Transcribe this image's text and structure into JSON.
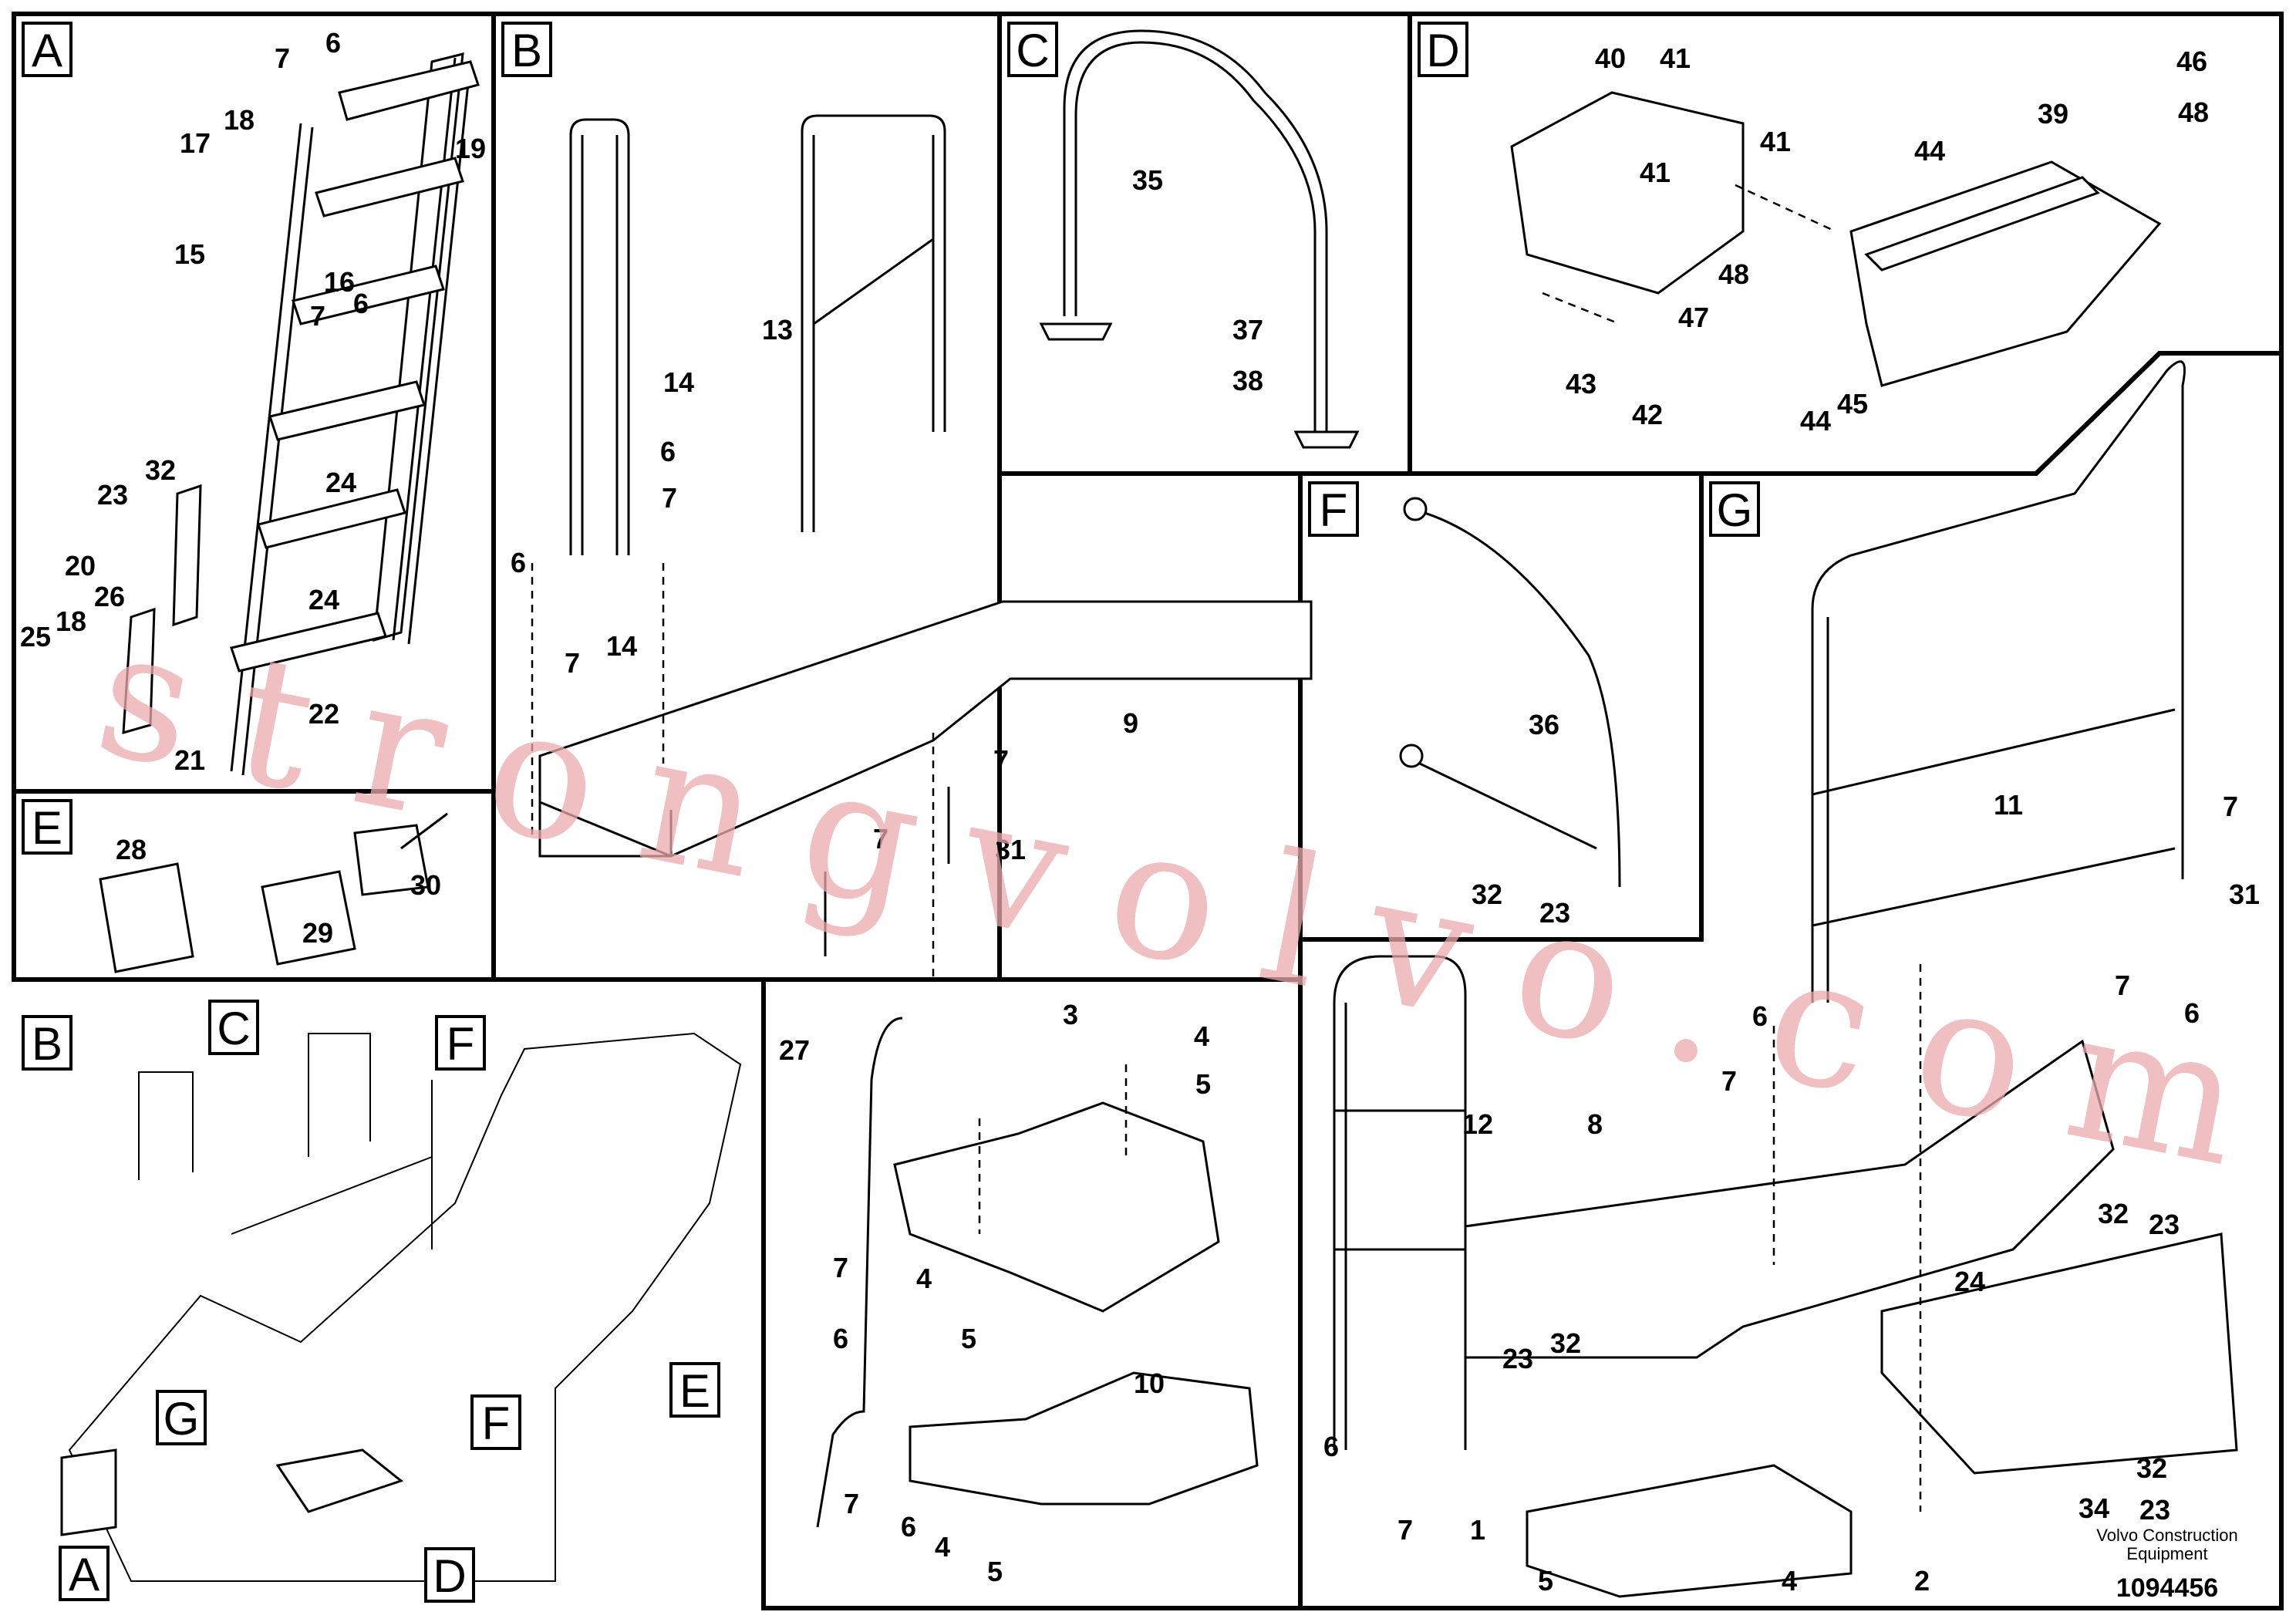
{
  "sections": [
    {
      "key": "A",
      "label": "A"
    },
    {
      "key": "B",
      "label": "B"
    },
    {
      "key": "C",
      "label": "C"
    },
    {
      "key": "D",
      "label": "D"
    },
    {
      "key": "E",
      "label": "E"
    },
    {
      "key": "F",
      "label": "F"
    },
    {
      "key": "G",
      "label": "G"
    }
  ],
  "overview_markers": [
    "B",
    "C",
    "F",
    "E",
    "G",
    "F",
    "A",
    "D"
  ],
  "callouts": {
    "a": [
      "6",
      "7",
      "19",
      "18",
      "17",
      "15",
      "16",
      "7",
      "6",
      "32",
      "23",
      "24",
      "20",
      "26",
      "18",
      "25",
      "24",
      "22",
      "21"
    ],
    "b": [
      "14",
      "13",
      "6",
      "7",
      "6",
      "7",
      "14",
      "9",
      "7",
      "7",
      "31"
    ],
    "c": [
      "35",
      "37",
      "38"
    ],
    "d": [
      "40",
      "41",
      "41",
      "41",
      "46",
      "48",
      "39",
      "44",
      "48",
      "47",
      "43",
      "42",
      "44",
      "45"
    ],
    "e": [
      "28",
      "30",
      "29"
    ],
    "f": [
      "36",
      "32",
      "23"
    ],
    "g": [
      "11",
      "7",
      "31",
      "7",
      "6",
      "6",
      "7",
      "12",
      "8",
      "32",
      "23",
      "24",
      "23",
      "32",
      "6",
      "7",
      "1",
      "5",
      "4",
      "2",
      "32",
      "23",
      "34"
    ],
    "bottom": [
      "27",
      "3",
      "4",
      "5",
      "7",
      "4",
      "5",
      "6",
      "10",
      "7",
      "6",
      "4",
      "5"
    ]
  },
  "footer": {
    "brand_line1": "Volvo Construction",
    "brand_line2": "Equipment",
    "doc_number": "1094456"
  },
  "watermark": "strongvolvo.com"
}
